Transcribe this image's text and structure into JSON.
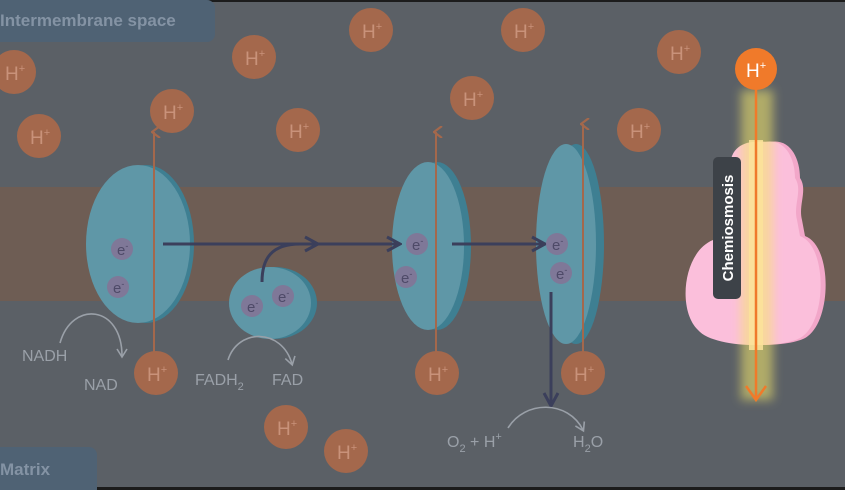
{
  "regions": {
    "top_label": "Intermembrane space",
    "bottom_label": "Matrix"
  },
  "tokens": {
    "proton_base": "H",
    "proton_charge": "+",
    "electron_base": "e",
    "electron_charge": "-"
  },
  "substrates": {
    "nadh": "NADH",
    "nad": "NAD",
    "fadh2_base": "FADH",
    "fadh2_sub": "2",
    "fad": "FAD",
    "o2_base": "O",
    "o2_sub": "2",
    "o2_plus": " + H",
    "o2_charge": "+",
    "h2o_h": "H",
    "h2o_sub": "2",
    "h2o_o": "O"
  },
  "atp_synthase": {
    "label": "Chemiosmosis"
  },
  "colors": {
    "background": "#5b6066",
    "membrane": "#6e5d54",
    "proton": "#a4684c",
    "proton_active": "#f07a2a",
    "complex": "#5f97a7",
    "complex_shadow": "#3e7f92",
    "electron": "#7f7898",
    "electron_flow": "#3b3f5b",
    "atp_synthase": "#fbbfdb",
    "chemiosmosis_glow": "#f6e96a"
  }
}
